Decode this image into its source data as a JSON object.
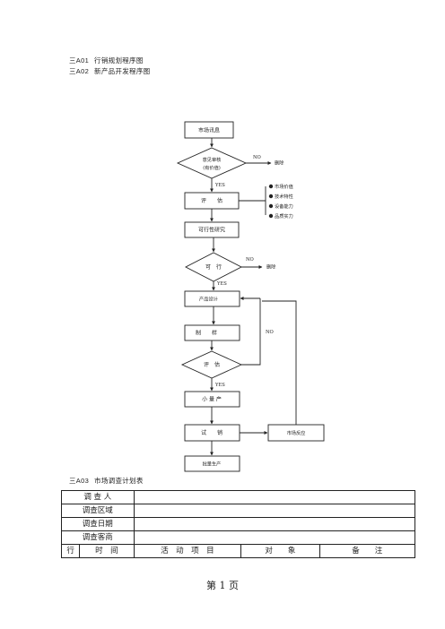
{
  "headings": [
    {
      "code": "三A01",
      "title": "行销规划程序图"
    },
    {
      "code": "三A02",
      "title": "新产品开发程序图"
    }
  ],
  "flowchart": {
    "market_info": "市场讯息",
    "screen_line1": "意见审核",
    "screen_line2": "(有价值)",
    "no_label": "NO",
    "delete_label": "删除",
    "yes_label": "YES",
    "evaluate": "评　　估",
    "criteria": [
      "市场价值",
      "技术特性",
      "设备能力",
      "品质实力"
    ],
    "feasibility_study": "可行性研究",
    "feasible": "可　行",
    "product_design": "产品设计",
    "prototype": "制　　样",
    "review": "评　估",
    "small_batch": "小 量 产",
    "trial_sale": "试　　销",
    "market_feedback": "市场反应",
    "mass_production": "批量生产"
  },
  "table_section": {
    "code": "三A03",
    "title": "市场调查计划表"
  },
  "plan_table": {
    "rows": [
      "调 查 人",
      "调查区域",
      "调查日期",
      "调查客商"
    ],
    "columns": [
      "行",
      "时　间",
      "活　动　项　目",
      "对　　象",
      "备　　注"
    ]
  },
  "footer": {
    "page": "第 1 页"
  }
}
